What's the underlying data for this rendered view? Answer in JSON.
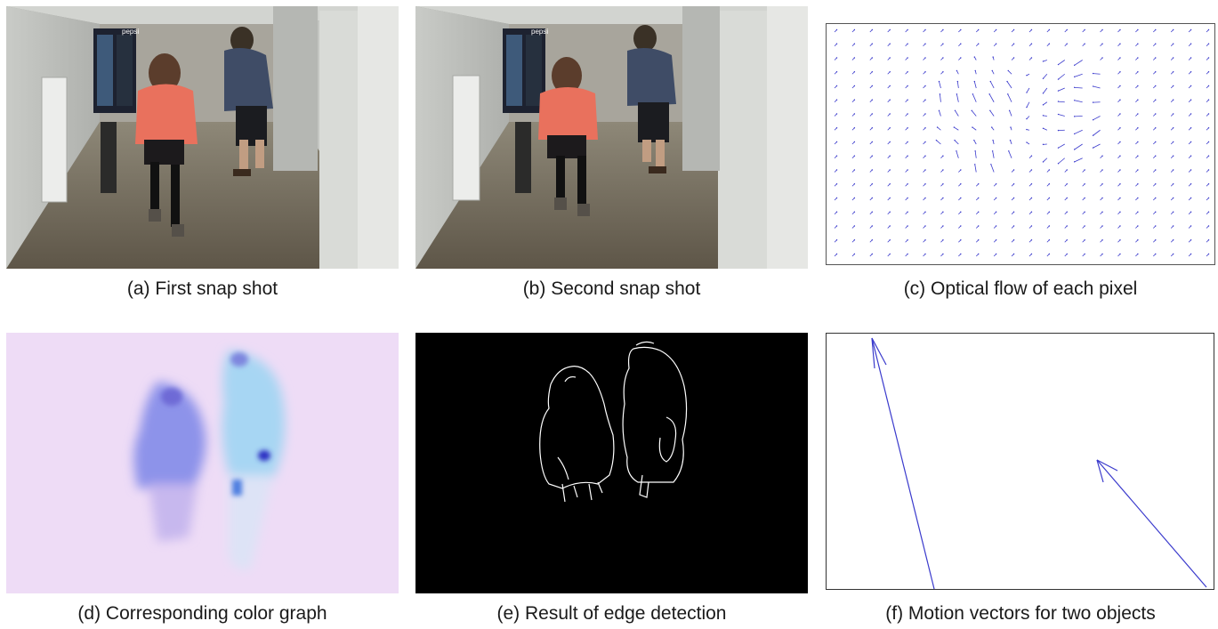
{
  "figure": {
    "panels": [
      {
        "id": "a",
        "caption": "(a) First snap shot",
        "content": "hallway-photo-frame-1"
      },
      {
        "id": "b",
        "caption": "(b) Second snap shot",
        "content": "hallway-photo-frame-2"
      },
      {
        "id": "c",
        "caption": "(c) Optical flow of each pixel",
        "content": "optical-flow-quiver"
      },
      {
        "id": "d",
        "caption": "(d) Corresponding color graph",
        "content": "flow-color-map"
      },
      {
        "id": "e",
        "caption": "(e) Result of edge detection",
        "content": "edge-map"
      },
      {
        "id": "f",
        "caption": "(f) Motion vectors for two objects",
        "content": "motion-vectors"
      }
    ],
    "vendor_sign": "pepsi",
    "colors": {
      "arrow": "#3a3acc",
      "flow_background": "#eedcf6",
      "flow_left_object": "#8d93ea",
      "flow_right_object": "#9fd2f2",
      "edge_background": "#000000",
      "edge_lines": "#ffffff"
    }
  }
}
